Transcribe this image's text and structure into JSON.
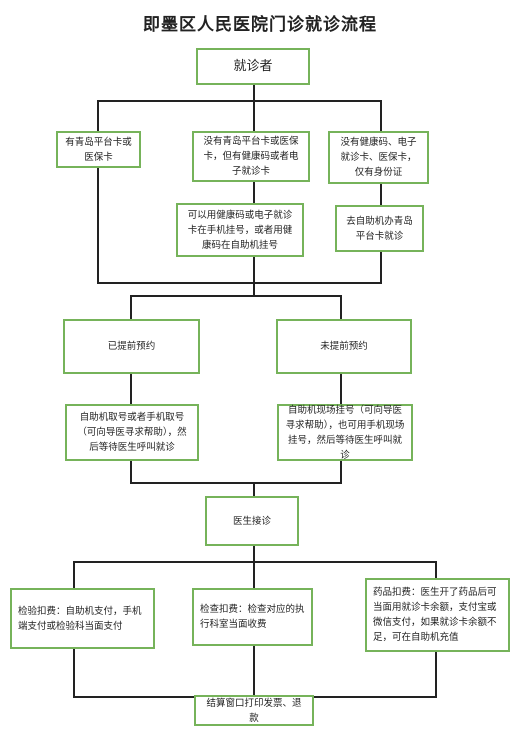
{
  "title": "即墨区人民医院门诊就诊流程",
  "nodes": {
    "patient": "就诊者",
    "has_card": "有青岛平台卡或医保卡",
    "no_card_has_code": "没有青岛平台卡或医保卡，但有健康码或者电子就诊卡",
    "id_only": "没有健康码、电子就诊卡、医保卡，仅有身份证",
    "use_code": "可以用健康码或电子就诊卡在手机挂号，或者用健康码在自助机挂号",
    "get_card": "去自助机办青岛平台卡就诊",
    "booked": "已提前预约",
    "not_booked": "未提前预约",
    "booked_step": "自助机取号或者手机取号（可向导医寻求帮助），然后等待医生呼叫就诊",
    "not_booked_step": "自助机现场挂号（可向导医寻求帮助），也可用手机现场挂号，然后等待医生呼叫就诊",
    "doctor": "医生接诊",
    "lab_fee": "检验扣费：自助机支付，手机端支付或检验科当面支付",
    "exam_fee": "检查扣费：检查对应的执行科室当面收费",
    "drug_fee": "药品扣费：医生开了药品后可当面用就诊卡余额，支付宝或微信支付，如果就诊卡余额不足，可在自助机充值",
    "settle": "结算窗口打印发票、退款"
  }
}
